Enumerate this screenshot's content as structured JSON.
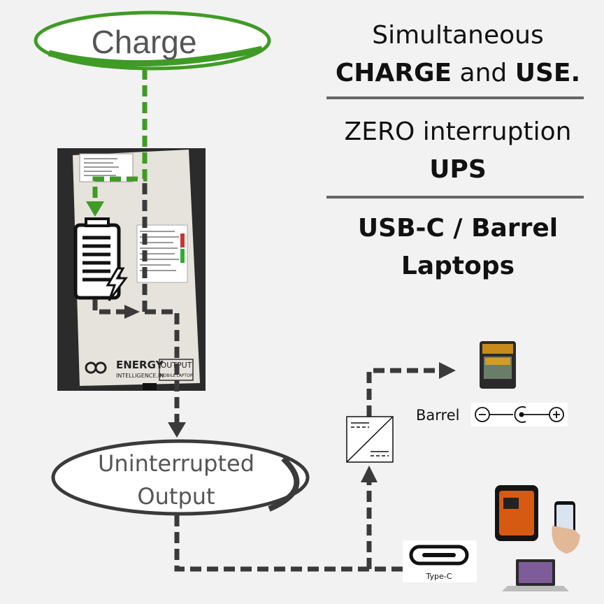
{
  "diagram": {
    "charge_label": "Charge",
    "output_label_line1": "Uninterrupted",
    "output_label_line2": "Output",
    "headline1": {
      "line1": "Simultaneous",
      "word1": "CHARGE",
      "joiner": "and",
      "word2": "USE."
    },
    "headline2": {
      "line1": "ZERO interruption",
      "line2": "UPS"
    },
    "headline3": {
      "line1": "USB-C / Barrel",
      "line2": "Laptops"
    },
    "device": {
      "brand_line1": "ENERGY",
      "brand_line2": "INTELLIGENCE.IN",
      "port_label": "OUTPUT",
      "port_sub1": "MOBILE",
      "port_sub2": "LAPTOP"
    },
    "barrel_label": "Barrel",
    "typec_label": "Type-C",
    "colors": {
      "charge_green": "#3f9b26",
      "path_gray": "#3a3a3a",
      "background": "#f2f2f2"
    }
  }
}
